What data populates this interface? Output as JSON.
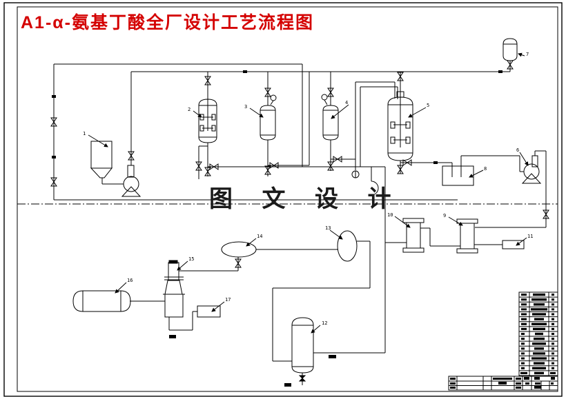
{
  "title": "A1-α-氨基丁酸全厂设计工艺流程图",
  "watermark": "图 文 设 计",
  "labels": [
    "1",
    "2",
    "3",
    "4",
    "5",
    "6",
    "7",
    "8",
    "9",
    "10",
    "11",
    "12",
    "13",
    "14",
    "15",
    "16",
    "17"
  ],
  "equipment_table": {
    "rows": 17,
    "columns": 3,
    "text_legible": false
  },
  "colors": {
    "title_red": "#d40000",
    "ink": "#000000"
  }
}
